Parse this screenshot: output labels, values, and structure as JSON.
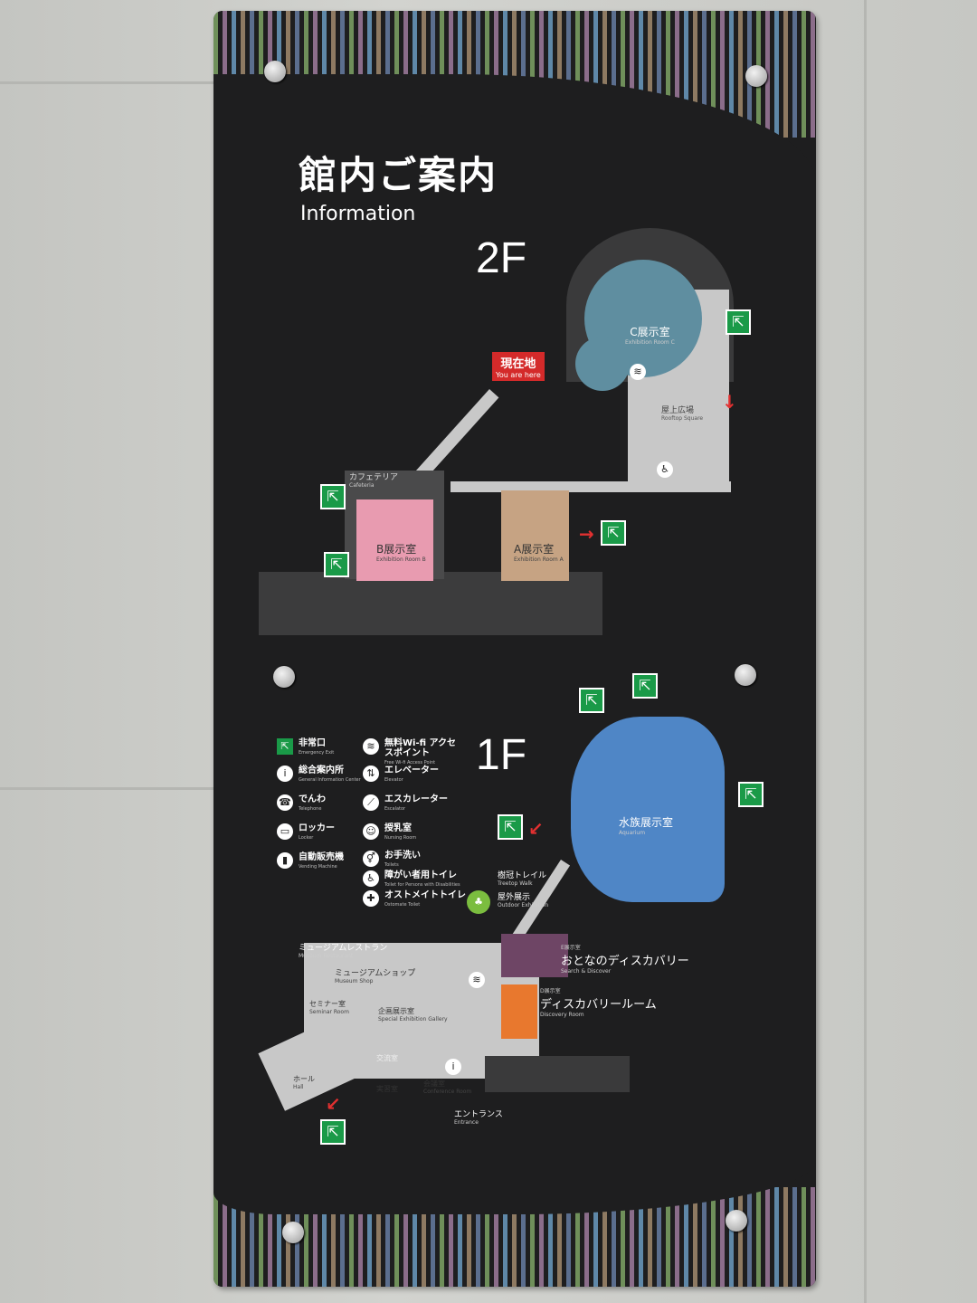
{
  "header": {
    "title": "館内ご案内",
    "subtitle": "Information"
  },
  "floor2": {
    "label": "2F",
    "you_are_here": {
      "ja": "現在地",
      "en": "You are here"
    },
    "rooms": [
      {
        "ja": "C展示室",
        "en": "Exhibition Room C",
        "color": "#5f8ea0"
      },
      {
        "ja": "屋上広場",
        "en": "Rooftop Square"
      },
      {
        "ja": "カフェテリア",
        "en": "Cafeteria"
      },
      {
        "ja": "B展示室",
        "en": "Exhibition Room B",
        "color": "#e89bb0"
      },
      {
        "ja": "A展示室",
        "en": "Exhibition Room A",
        "color": "#c6a383"
      }
    ]
  },
  "floor1": {
    "label": "1F",
    "rooms": [
      {
        "ja": "水族展示室",
        "en": "Aquarium",
        "color": "#4f86c6"
      },
      {
        "ja": "樹冠トレイル",
        "en": "Treetop Walk"
      },
      {
        "ja": "屋外展示",
        "en": "Outdoor Exhibition"
      },
      {
        "ja": "おとなのディスカバリー",
        "en": "Search & Discover",
        "tag": "E展示室",
        "color": "#6e4565"
      },
      {
        "ja": "ディスカバリールーム",
        "en": "Discovery Room",
        "tag": "D展示室",
        "color": "#e8782e"
      },
      {
        "ja": "ミュージアムレストラン",
        "en": "Museum Restaurant"
      },
      {
        "ja": "ミュージアムショップ",
        "en": "Museum Shop"
      },
      {
        "ja": "セミナー室",
        "en": "Seminar Room"
      },
      {
        "ja": "企画展示室",
        "en": "Special Exhibition Gallery"
      },
      {
        "ja": "交流室",
        "en": ""
      },
      {
        "ja": "ホール",
        "en": "Hall"
      },
      {
        "ja": "実習室",
        "en": ""
      },
      {
        "ja": "会議室",
        "en": "Conference Room"
      },
      {
        "ja": "エントランス",
        "en": "Entrance"
      }
    ]
  },
  "legend": [
    {
      "icon": "emergency-exit-icon",
      "ja": "非常口",
      "en": "Emergency Exit"
    },
    {
      "icon": "information-icon",
      "ja": "総合案内所",
      "en": "General Information Center"
    },
    {
      "icon": "telephone-icon",
      "ja": "でんわ",
      "en": "Telephone"
    },
    {
      "icon": "locker-icon",
      "ja": "ロッカー",
      "en": "Locker"
    },
    {
      "icon": "vending-machine-icon",
      "ja": "自動販売機",
      "en": "Vending Machine"
    },
    {
      "icon": "wifi-icon",
      "ja": "無料Wi-fi アクセスポイント",
      "en": "Free Wi-fi Access Point"
    },
    {
      "icon": "elevator-icon",
      "ja": "エレベーター",
      "en": "Elevator"
    },
    {
      "icon": "escalator-icon",
      "ja": "エスカレーター",
      "en": "Escalator"
    },
    {
      "icon": "nursing-room-icon",
      "ja": "授乳室",
      "en": "Nursing Room"
    },
    {
      "icon": "toilet-icon",
      "ja": "お手洗い",
      "en": "Toilets"
    },
    {
      "icon": "accessible-toilet-icon",
      "ja": "障がい者用トイレ",
      "en": "Toilet for Persons with Disabilities"
    },
    {
      "icon": "ostomate-toilet-icon",
      "ja": "オストメイトトイレ",
      "en": "Ostomate Toilet"
    }
  ],
  "colors": {
    "board": "#1e1e1f",
    "exit": "#1a9a48",
    "arrow": "#e23030",
    "here": "#d42a2a"
  }
}
